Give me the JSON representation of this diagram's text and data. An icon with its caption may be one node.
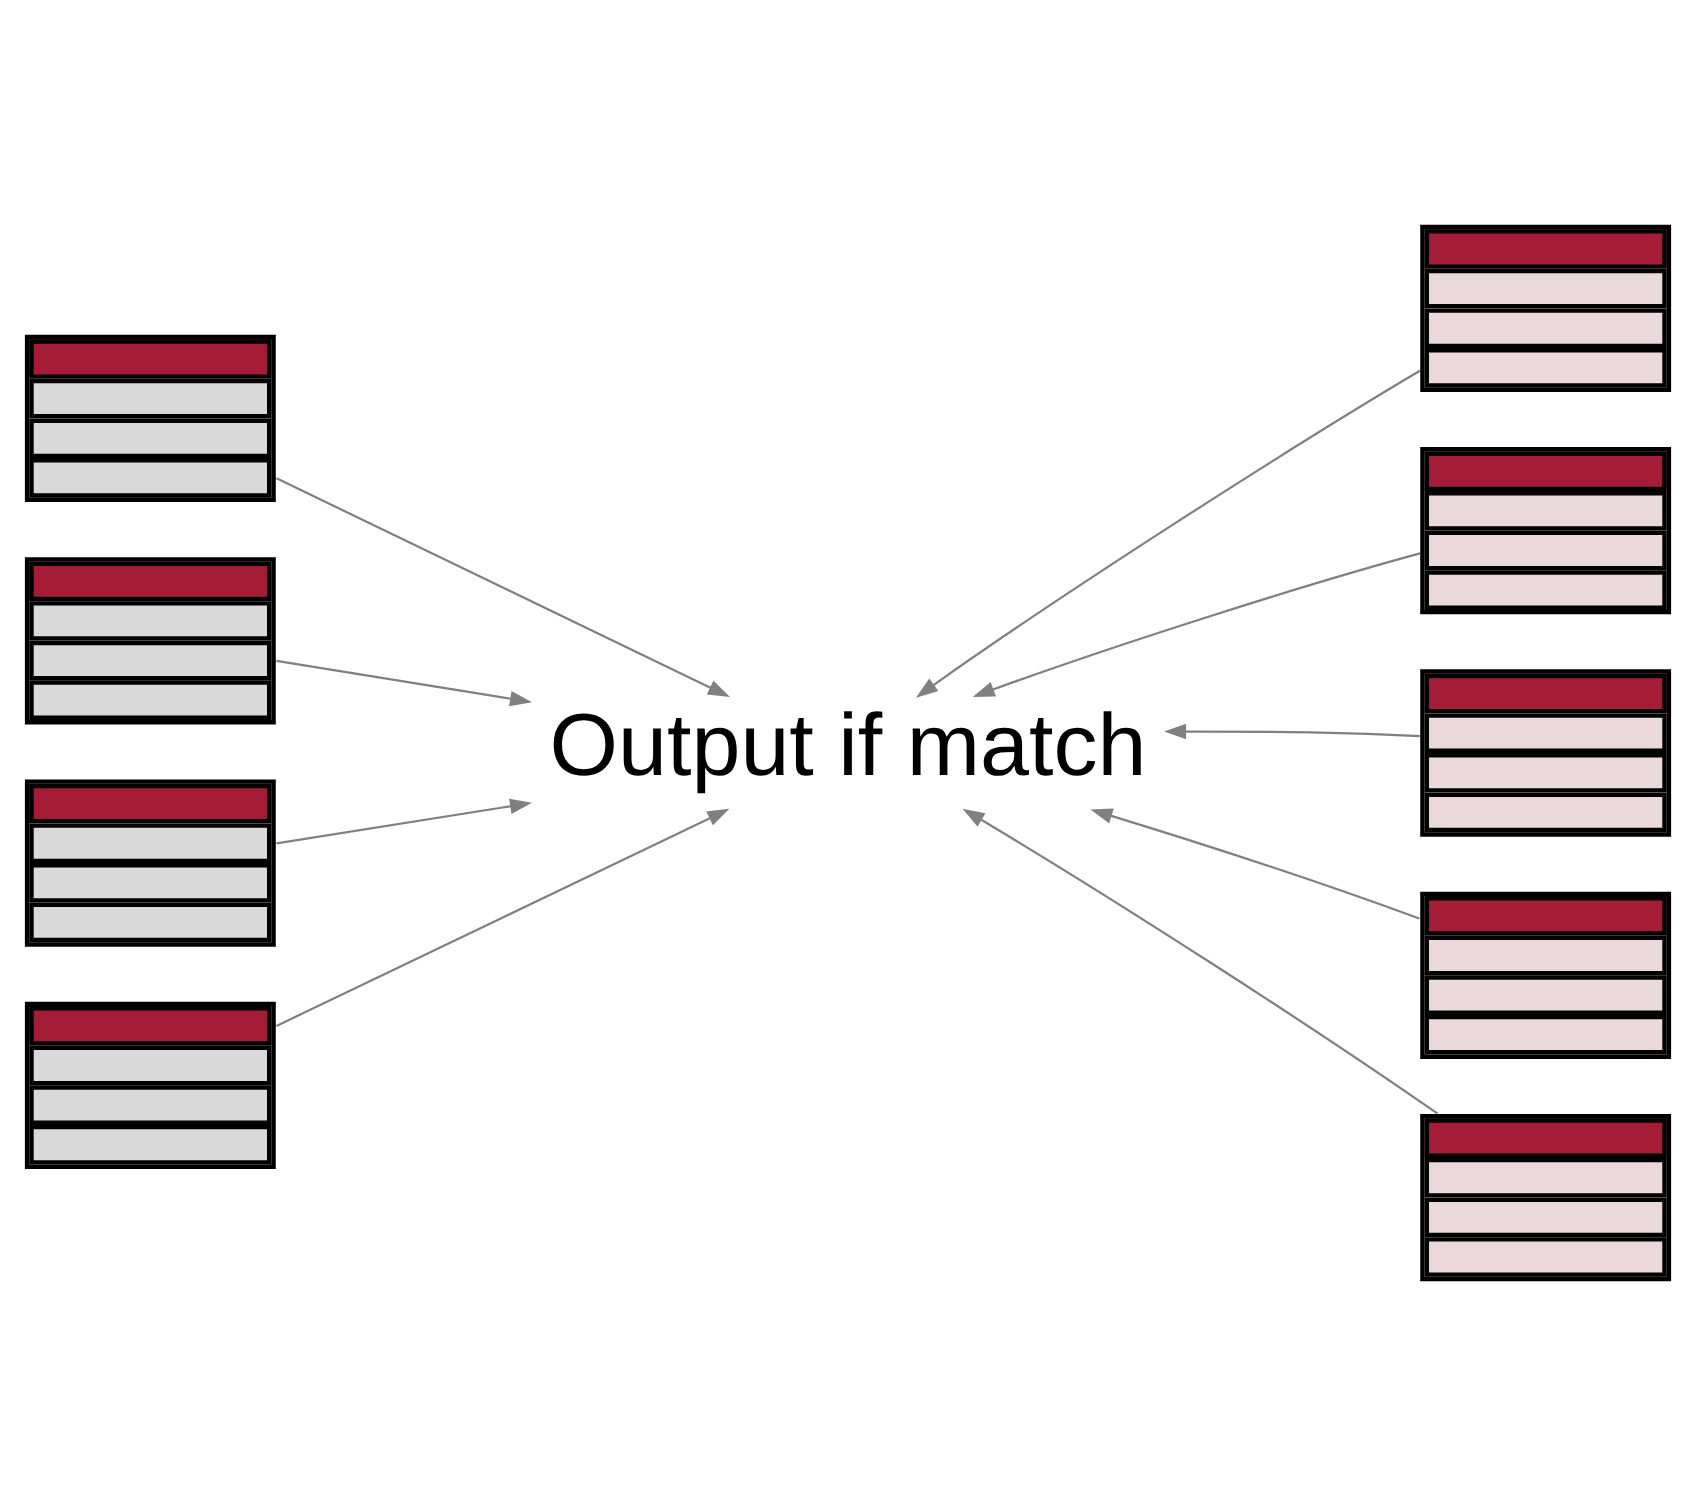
{
  "diagram": {
    "nodes": [
      {
        "text": [],
        "shape": "table"
      },
      {
        "text": [],
        "shape": "table"
      },
      {
        "text": [],
        "shape": "table"
      },
      {
        "text": [],
        "shape": "table"
      },
      {
        "text": [
          "Output if match"
        ]
      },
      {
        "text": [],
        "shape": "table"
      },
      {
        "text": [],
        "shape": "table"
      },
      {
        "text": [],
        "shape": "table"
      },
      {
        "text": [],
        "shape": "table"
      },
      {
        "text": [],
        "shape": "table"
      }
    ],
    "edges": [
      {
        "from": 0,
        "to": 4,
        "arrow": "to"
      },
      {
        "from": 1,
        "to": 4,
        "arrow": "to"
      },
      {
        "from": 2,
        "to": 4,
        "arrow": "to"
      },
      {
        "from": 3,
        "to": 4,
        "arrow": "to"
      },
      {
        "from": 5,
        "to": 4,
        "arrow": "to"
      },
      {
        "from": 6,
        "to": 4,
        "arrow": "to"
      },
      {
        "from": 7,
        "to": 4,
        "arrow": "to"
      },
      {
        "from": 8,
        "to": 4,
        "arrow": "to"
      },
      {
        "from": 9,
        "to": 4,
        "arrow": "to"
      }
    ]
  }
}
